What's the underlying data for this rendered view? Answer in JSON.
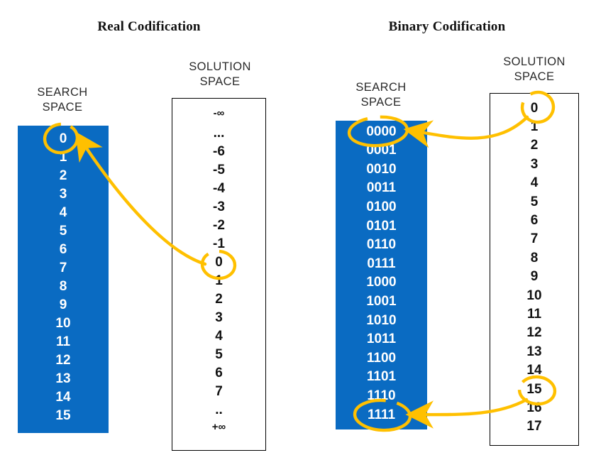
{
  "panels": [
    {
      "id": "real",
      "title": "Real Codification",
      "search_label": "SEARCH\nSPACE",
      "solution_label": "SOLUTION\nSPACE",
      "search_items": [
        "0",
        "1",
        "2",
        "3",
        "4",
        "5",
        "6",
        "7",
        "8",
        "9",
        "10",
        "11",
        "12",
        "13",
        "14",
        "15"
      ],
      "solution_items": [
        "-∞",
        "...",
        "-6",
        "-5",
        "-4",
        "-3",
        "-2",
        "-1",
        "0",
        "1",
        "2",
        "3",
        "4",
        "5",
        "6",
        "7",
        "..",
        "+∞"
      ],
      "highlight_search": "0",
      "highlight_solution": "0"
    },
    {
      "id": "binary",
      "title": "Binary Codification",
      "search_label": "SEARCH\nSPACE",
      "solution_label": "SOLUTION\nSPACE",
      "search_items": [
        "0000",
        "0001",
        "0010",
        "0011",
        "0100",
        "0101",
        "0110",
        "0111",
        "1000",
        "1001",
        "1010",
        "1011",
        "1100",
        "1101",
        "1110",
        "1111"
      ],
      "solution_items": [
        "0",
        "1",
        "2",
        "3",
        "4",
        "5",
        "6",
        "7",
        "8",
        "9",
        "10",
        "11",
        "12",
        "13",
        "14",
        "15",
        "16",
        "17"
      ],
      "highlight_search": [
        "0000",
        "1111"
      ],
      "highlight_solution": [
        "0",
        "15"
      ]
    }
  ],
  "colors": {
    "search_space_fill": "#0A6BC2",
    "search_space_text": "#FFFFFF",
    "solution_space_border": "#000000",
    "solution_space_text": "#121212",
    "annotation": "#FFC000",
    "title_text": "#111111",
    "caption_text": "#2A2A2A",
    "background": "#FFFFFF"
  },
  "annotations": [
    {
      "name": "real-search-zero-circle",
      "shape": "ellipse",
      "target": "0"
    },
    {
      "name": "real-solution-zero-circle",
      "shape": "ellipse",
      "target": "0"
    },
    {
      "name": "real-mapping-arrow",
      "shape": "curved-arrow",
      "from": "solution 0",
      "to": "search 0"
    },
    {
      "name": "binary-search-0000-circle",
      "shape": "ellipse",
      "target": "0000"
    },
    {
      "name": "binary-search-1111-circle",
      "shape": "ellipse",
      "target": "1111"
    },
    {
      "name": "binary-solution-0-circle",
      "shape": "ellipse",
      "target": "0"
    },
    {
      "name": "binary-solution-15-circle",
      "shape": "ellipse",
      "target": "15"
    },
    {
      "name": "binary-mapping-arrow-top",
      "shape": "curved-arrow",
      "from": "solution 0",
      "to": "search 0000"
    },
    {
      "name": "binary-mapping-arrow-bottom",
      "shape": "curved-arrow",
      "from": "solution 15",
      "to": "search 1111"
    }
  ]
}
